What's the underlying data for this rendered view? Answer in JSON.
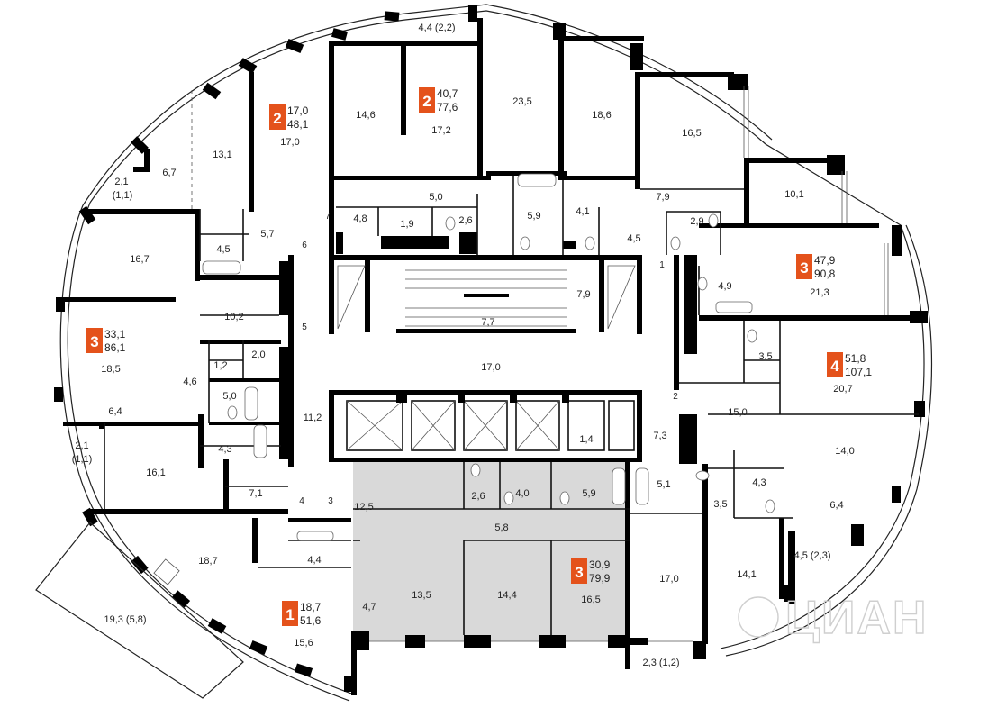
{
  "rooms": [
    {
      "id": "r-4-4-balc",
      "label": "4,4 (2,2)"
    },
    {
      "id": "r-14-6",
      "label": "14,6"
    },
    {
      "id": "r-23-5",
      "label": "23,5"
    },
    {
      "id": "r-18-6",
      "label": "18,6"
    },
    {
      "id": "r-16-5",
      "label": "16,5"
    },
    {
      "id": "r-13-1",
      "label": "13,1"
    },
    {
      "id": "r-17-0-top",
      "label": "17,0"
    },
    {
      "id": "r-17-2",
      "label": "17,2"
    },
    {
      "id": "r-6-7",
      "label": "6,7"
    },
    {
      "id": "r-2-1-top",
      "label": "2,1"
    },
    {
      "id": "r-1-1-top",
      "label": "(1,1)"
    },
    {
      "id": "r-10-1",
      "label": "10,1"
    },
    {
      "id": "r-5-0-top",
      "label": "5,0"
    },
    {
      "id": "r-4-8",
      "label": "4,8"
    },
    {
      "id": "r-1-9",
      "label": "1,9"
    },
    {
      "id": "r-2-6-top",
      "label": "2,6"
    },
    {
      "id": "r-5-9-top",
      "label": "5,9"
    },
    {
      "id": "r-4-1",
      "label": "4,1"
    },
    {
      "id": "r-7-9-top",
      "label": "7,9"
    },
    {
      "id": "r-2-9",
      "label": "2,9"
    },
    {
      "id": "r-4-5-right",
      "label": "4,5"
    },
    {
      "id": "r-4-5-left",
      "label": "4,5"
    },
    {
      "id": "r-5-7",
      "label": "5,7"
    },
    {
      "id": "r-16-7",
      "label": "16,7"
    },
    {
      "id": "r-4-9",
      "label": "4,9"
    },
    {
      "id": "r-21-3",
      "label": "21,3"
    },
    {
      "id": "r-7-9-stair",
      "label": "7,9"
    },
    {
      "id": "r-7-7",
      "label": "7,7"
    },
    {
      "id": "r-10-2",
      "label": "10,2"
    },
    {
      "id": "r-2-0",
      "label": "2,0"
    },
    {
      "id": "r-1-2",
      "label": "1,2"
    },
    {
      "id": "r-18-5",
      "label": "18,5"
    },
    {
      "id": "r-4-6",
      "label": "4,6"
    },
    {
      "id": "r-5-0-left",
      "label": "5,0"
    },
    {
      "id": "r-6-4-left",
      "label": "6,4"
    },
    {
      "id": "r-17-0-hall",
      "label": "17,0"
    },
    {
      "id": "r-3-5",
      "label": "3,5"
    },
    {
      "id": "r-20-7",
      "label": "20,7"
    },
    {
      "id": "r-11-2",
      "label": "11,2"
    },
    {
      "id": "r-15-0",
      "label": "15,0"
    },
    {
      "id": "r-4-3-left",
      "label": "4,3"
    },
    {
      "id": "r-2-1-left",
      "label": "2,1"
    },
    {
      "id": "r-1-1-left",
      "label": "(1,1)"
    },
    {
      "id": "r-16-1",
      "label": "16,1"
    },
    {
      "id": "r-1-4",
      "label": "1,4"
    },
    {
      "id": "r-7-3",
      "label": "7,3"
    },
    {
      "id": "r-14-0",
      "label": "14,0"
    },
    {
      "id": "r-7-1",
      "label": "7,1"
    },
    {
      "id": "r-12-5",
      "label": "12,5"
    },
    {
      "id": "r-2-6-mid",
      "label": "2,6"
    },
    {
      "id": "r-4-0",
      "label": "4,0"
    },
    {
      "id": "r-5-9-mid",
      "label": "5,9"
    },
    {
      "id": "r-5-1",
      "label": "5,1"
    },
    {
      "id": "r-4-3-right",
      "label": "4,3"
    },
    {
      "id": "r-3-5-right",
      "label": "3,5"
    },
    {
      "id": "r-6-4-right",
      "label": "6,4"
    },
    {
      "id": "r-5-8",
      "label": "5,8"
    },
    {
      "id": "r-18-7",
      "label": "18,7"
    },
    {
      "id": "r-4-4-bath",
      "label": "4,4"
    },
    {
      "id": "r-4-5-balc",
      "label": "4,5 (2,3)"
    },
    {
      "id": "r-19-3",
      "label": "19,3 (5,8)"
    },
    {
      "id": "r-4-7",
      "label": "4,7"
    },
    {
      "id": "r-13-5",
      "label": "13,5"
    },
    {
      "id": "r-14-4",
      "label": "14,4"
    },
    {
      "id": "r-16-5-bot",
      "label": "16,5"
    },
    {
      "id": "r-17-0-bot",
      "label": "17,0"
    },
    {
      "id": "r-14-1",
      "label": "14,1"
    },
    {
      "id": "r-15-6",
      "label": "15,6"
    },
    {
      "id": "r-2-3-balc",
      "label": "2,3 (1,2)"
    }
  ],
  "doors": [
    "7",
    "6",
    "5",
    "4",
    "3",
    "2",
    "1"
  ],
  "apartments": [
    {
      "id": "apt-2a",
      "rooms": "2",
      "living": "17,0",
      "total": "48,1"
    },
    {
      "id": "apt-2b",
      "rooms": "2",
      "living": "40,7",
      "total": "77,6"
    },
    {
      "id": "apt-3a",
      "rooms": "3",
      "living": "47,9",
      "total": "90,8"
    },
    {
      "id": "apt-3b",
      "rooms": "3",
      "living": "33,1",
      "total": "86,1"
    },
    {
      "id": "apt-4",
      "rooms": "4",
      "living": "51,8",
      "total": "107,1"
    },
    {
      "id": "apt-3c",
      "rooms": "3",
      "living": "30,9",
      "total": "79,9"
    },
    {
      "id": "apt-1",
      "rooms": "1",
      "living": "18,7",
      "total": "51,6"
    }
  ],
  "watermark": "ЦИАН",
  "colors": {
    "accent": "#e4521b",
    "highlight": "#d9d9d9",
    "wall": "#000000"
  }
}
